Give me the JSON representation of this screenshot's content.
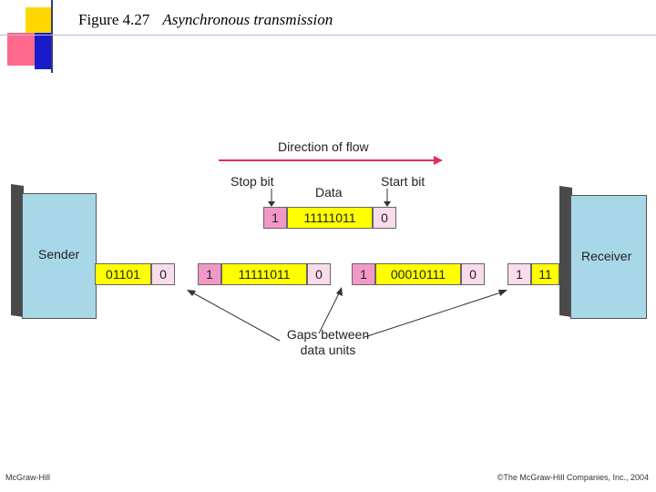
{
  "header": {
    "figure_number": "Figure 4.27",
    "caption": "Asynchronous transmission"
  },
  "diagram": {
    "direction_label": "Direction of flow",
    "stop_bit_label": "Stop bit",
    "start_bit_label": "Start bit",
    "data_label": "Data",
    "sender_label": "Sender",
    "receiver_label": "Receiver",
    "gaps_label_line1": "Gaps between",
    "gaps_label_line2": "data units",
    "example_frame": {
      "stop": "1",
      "data": "11111011",
      "start": "0"
    },
    "frames": [
      {
        "stop": "",
        "data": "01101",
        "start": "0"
      },
      {
        "stop": "1",
        "data": "11111011",
        "start": "0"
      },
      {
        "stop": "1",
        "data": "00010111",
        "start": "0"
      },
      {
        "stop": "1",
        "data": "11",
        "start": ""
      }
    ],
    "colors": {
      "stop_bit": "#f298c8",
      "data": "#ffff00",
      "start_bit": "#f8dceb",
      "box": "#a8d8e8",
      "arrow": "#e0305a"
    }
  },
  "footer": {
    "left": "McGraw-Hill",
    "right": "©The McGraw-Hill Companies, Inc., 2004"
  }
}
